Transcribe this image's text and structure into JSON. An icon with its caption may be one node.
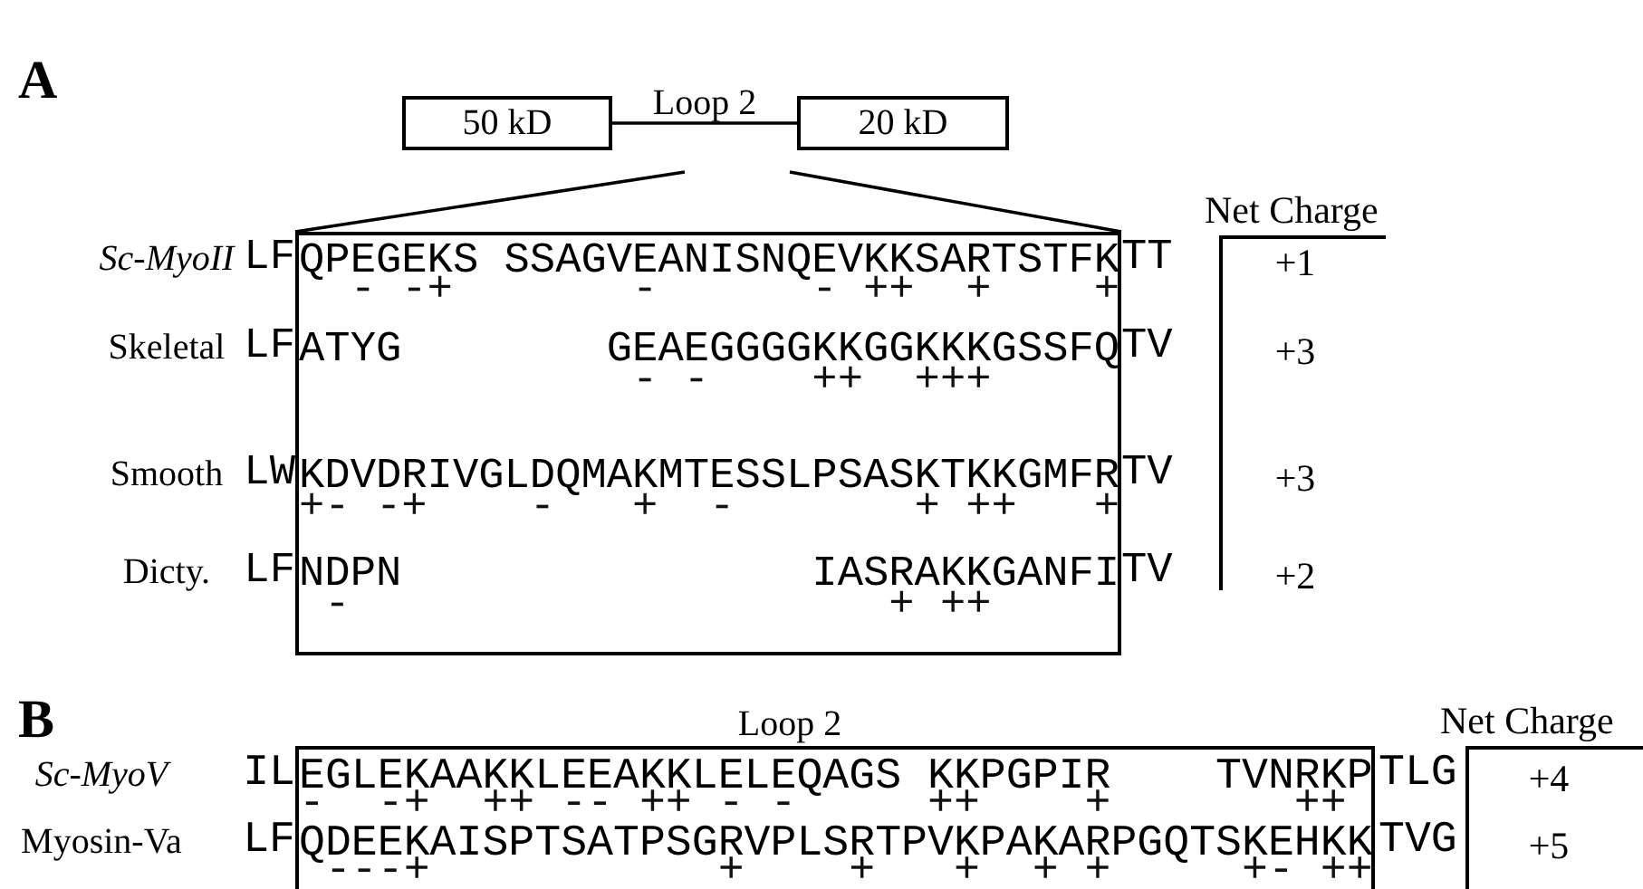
{
  "diagram": {
    "nodes": [
      {
        "text": [
          "50 kD"
        ]
      },
      {
        "text": [
          "20 kD"
        ]
      },
      {
        "text": [
          "QPEGEKS SSAGVEANISNQEVKKSARTSTFK",
          "  - -+       -      - ++  +    +",
          "ATYG        GEAEGGGGKKGGKKKGSSFQ",
          "             - -    ++  +++",
          "KDVDRIVGLDQMAKMTESSLPSASKTKKGMFR",
          "+- -+    -   +  -       + ++   +",
          "NDPN                IASRAKKGANFI",
          " -                     + ++"
        ]
      },
      {
        "text": [
          "EGLEKAAKKLEEAKKLELEQAGS KKPGPIR    TVNRKP",
          "-  -+  ++ -- ++ - -     ++    +       ++",
          "QDEEKAISPTSATPSGRVPLSRTPVKPAKARPGQTSKEHKK",
          " ---+           +    +   +  + +     +- ++"
        ]
      }
    ],
    "edges": [
      {
        "from": 0,
        "to": 1,
        "arrow": "none",
        "label": "Loop 2"
      },
      {
        "from": null,
        "to": 2,
        "arrow": "none"
      },
      {
        "from": null,
        "to": 2,
        "arrow": "none"
      }
    ],
    "labels": [
      "A",
      "Net Charge",
      "Sc-MyoII",
      "LF",
      "TT",
      "+1",
      "Skeletal",
      "LF",
      "TV",
      "+3",
      "Smooth",
      "LW",
      "TV",
      "+3",
      "Dicty.",
      "LF",
      "TV",
      "+2",
      "B",
      "Loop 2",
      "Net Charge",
      "Sc-MyoV",
      "IL",
      "TLG",
      "+4",
      "Myosin-Va",
      "LF",
      "TVG",
      "+5"
    ]
  }
}
